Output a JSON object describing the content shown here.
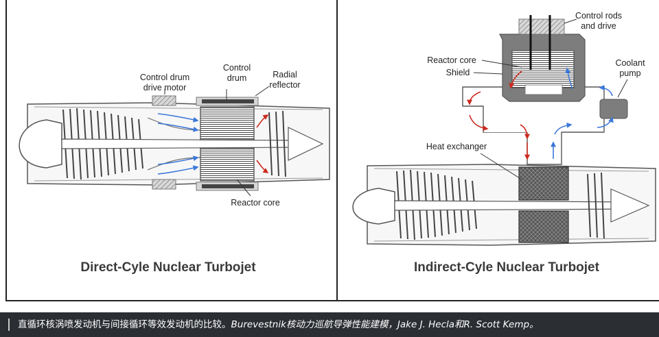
{
  "left_panel": {
    "title": "Direct-Cyle Nuclear Turbojet",
    "labels": {
      "control_drum_motor_line1": "Control drum",
      "control_drum_motor_line2": "drive motor",
      "control_drum_line1": "Control",
      "control_drum_line2": "drum",
      "radial_reflector_line1": "Radial",
      "radial_reflector_line2": "reflector",
      "reactor_core": "Reactor core"
    }
  },
  "right_panel": {
    "title": "Indirect-Cyle Nuclear Turbojet",
    "labels": {
      "control_rods_line1": "Control rods",
      "control_rods_line2": "and drive",
      "reactor_core": "Reactor core",
      "shield": "Shield",
      "coolant_pump_line1": "Coolant",
      "coolant_pump_line2": "pump",
      "heat_exchanger": "Heat exchanger"
    }
  },
  "caption": {
    "part1": "直循环核涡喷发动机与间接循环等效发动机的比较。",
    "part2": "Burevestnik核动力巡航导弹性能建模，Jake J. Hecla和R. Scott Kemp。"
  },
  "colors": {
    "hot_flow": "#cc2a20",
    "cold_flow": "#3b78d8",
    "shield": "#7d7d7d",
    "caption_bg": "#2b2e33"
  }
}
